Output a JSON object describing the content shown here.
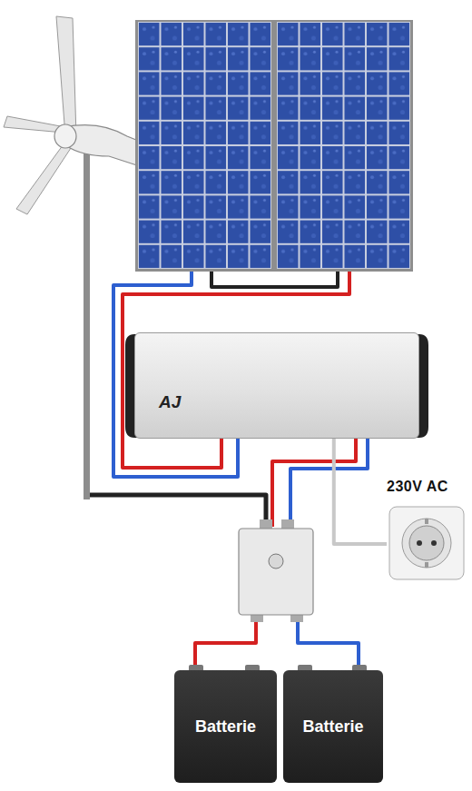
{
  "diagram": {
    "nodes": [
      {
        "text": [
          "AJ"
        ]
      },
      {
        "text": [
          "230V AC"
        ]
      },
      {
        "text": [
          "Batterie"
        ]
      },
      {
        "text": [
          "Batterie"
        ]
      }
    ],
    "edges": [
      {
        "from": 0,
        "to": 1,
        "arrow": "none"
      }
    ]
  }
}
